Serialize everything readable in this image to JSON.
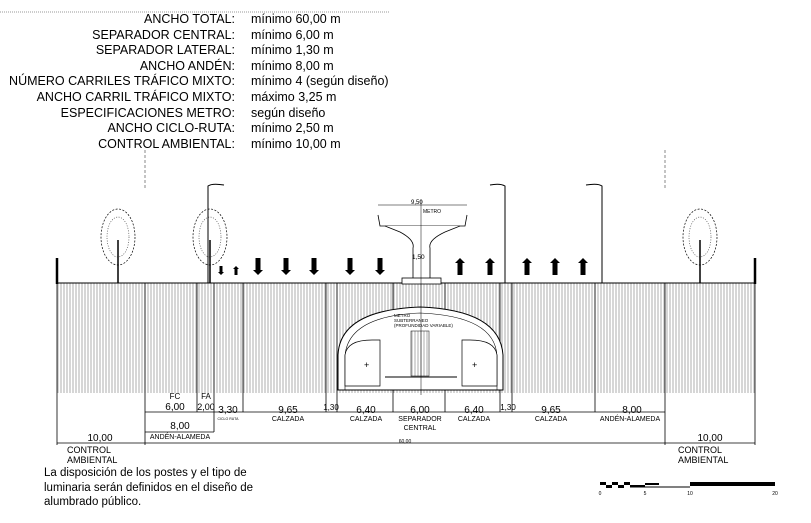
{
  "specs": [
    {
      "label": "ANCHO TOTAL:",
      "value": "mínimo 60,00 m"
    },
    {
      "label": "SEPARADOR CENTRAL:",
      "value": "mínimo 6,00 m"
    },
    {
      "label": "SEPARADOR LATERAL:",
      "value": "mínimo 1,30 m"
    },
    {
      "label": "ANCHO ANDÉN:",
      "value": "mínimo 8,00 m"
    },
    {
      "label": "NÚMERO CARRILES TRÁFICO MIXTO:",
      "value": "mínimo 4 (según diseño)"
    },
    {
      "label": "ANCHO CARRIL TRÁFICO MIXTO:",
      "value": "máximo 3,25 m"
    },
    {
      "label": "ESPECIFICACIONES METRO:",
      "value": "según diseño"
    },
    {
      "label": "ANCHO CICLO-RUTA:",
      "value": "mínimo 2,50 m"
    },
    {
      "label": "CONTROL AMBIENTAL:",
      "value": "mínimo 10,00 m"
    }
  ],
  "section": {
    "metro_elevated_width": "9,50",
    "metro_label": "METRO",
    "column_width": "1,50",
    "tunnel_label_1": "METRO",
    "tunnel_label_2": "SUBTERRANEO",
    "tunnel_label_3": "(PROFUNDIDAD VARIABLE)"
  },
  "dimensions": {
    "fc_label": "FC",
    "fc": "6,00",
    "fa_label": "FA",
    "fa": "2,00",
    "ciclo": "3,30",
    "ciclo_label": "CICLO RUTA",
    "calzada_left": "9,65",
    "calzada_label": "CALZADA",
    "sep_lat_left": "1,30",
    "calzada_in_left": "6,40",
    "sep_central": "6,00",
    "sep_central_label_1": "SEPARADOR",
    "sep_central_label_2": "CENTRAL",
    "calzada_in_right": "6,40",
    "sep_lat_right": "1,30",
    "calzada_right": "9,65",
    "anden_right": "8,00",
    "anden_label": "ANDÉN-ALAMEDA",
    "anden_left": "8,00",
    "total": "60,00",
    "control_left": "10,00",
    "control_right": "10,00",
    "control_label_1": "CONTROL",
    "control_label_2": "AMBIENTAL"
  },
  "note": "La disposición de los postes y el tipo de luminaria serán definidos en el diseño de alumbrado público.",
  "scale_bar": {
    "ticks": [
      "0",
      "5",
      "10",
      "20"
    ]
  }
}
